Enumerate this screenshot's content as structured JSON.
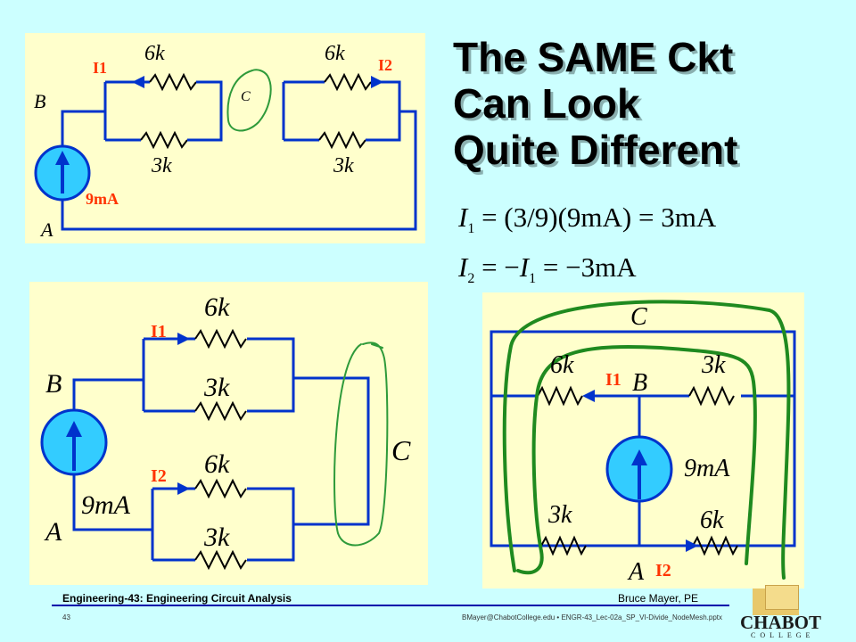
{
  "title": {
    "line1": "The SAME Ckt",
    "line2": "Can Look",
    "line3": "Quite Different"
  },
  "equations": {
    "eq1": {
      "var": "I",
      "sub": "1",
      "rhs": " = (3/9)(9mA) = 3mA"
    },
    "eq2": {
      "var": "I",
      "sub": "2",
      "mid": " = −",
      "var2": "I",
      "sub2": "1",
      "rhs": " = −3mA"
    }
  },
  "circuit1": {
    "i1": "I1",
    "i2": "I2",
    "r_top_left": "6k",
    "r_bot_left": "3k",
    "r_top_right": "6k",
    "r_bot_right": "3k",
    "node_b": "B",
    "node_c": "C",
    "node_a": "A",
    "source": "9mA"
  },
  "circuit2": {
    "i1": "I1",
    "i2": "I2",
    "r1": "6k",
    "r2": "3k",
    "r3": "6k",
    "r4": "3k",
    "node_b": "B",
    "node_c": "C",
    "node_a": "A",
    "source": "9mA"
  },
  "circuit3": {
    "i1": "I1",
    "i2": "I2",
    "r_top_left": "6k",
    "r_top_right": "3k",
    "r_bot_left": "3k",
    "r_bot_right": "6k",
    "node_c": "C",
    "node_b": "B",
    "node_a": "A",
    "source": "9mA"
  },
  "footer": {
    "course": "Engineering-43: Engineering Circuit Analysis",
    "author": "Bruce Mayer, PE",
    "slide_number": "43",
    "file": "BMayer@ChabotCollege.edu  •  ENGR-43_Lec-02a_SP_VI-Divide_NodeMesh.pptx"
  },
  "logo": {
    "name": "CHABOT",
    "sub": "COLLEGE"
  },
  "colors": {
    "background": "#ccffff",
    "panel": "#ffffcc",
    "wire": "#0033cc",
    "source_fill": "#33ccff",
    "current_label": "#ff3300",
    "ink": "#1f8a1f"
  }
}
